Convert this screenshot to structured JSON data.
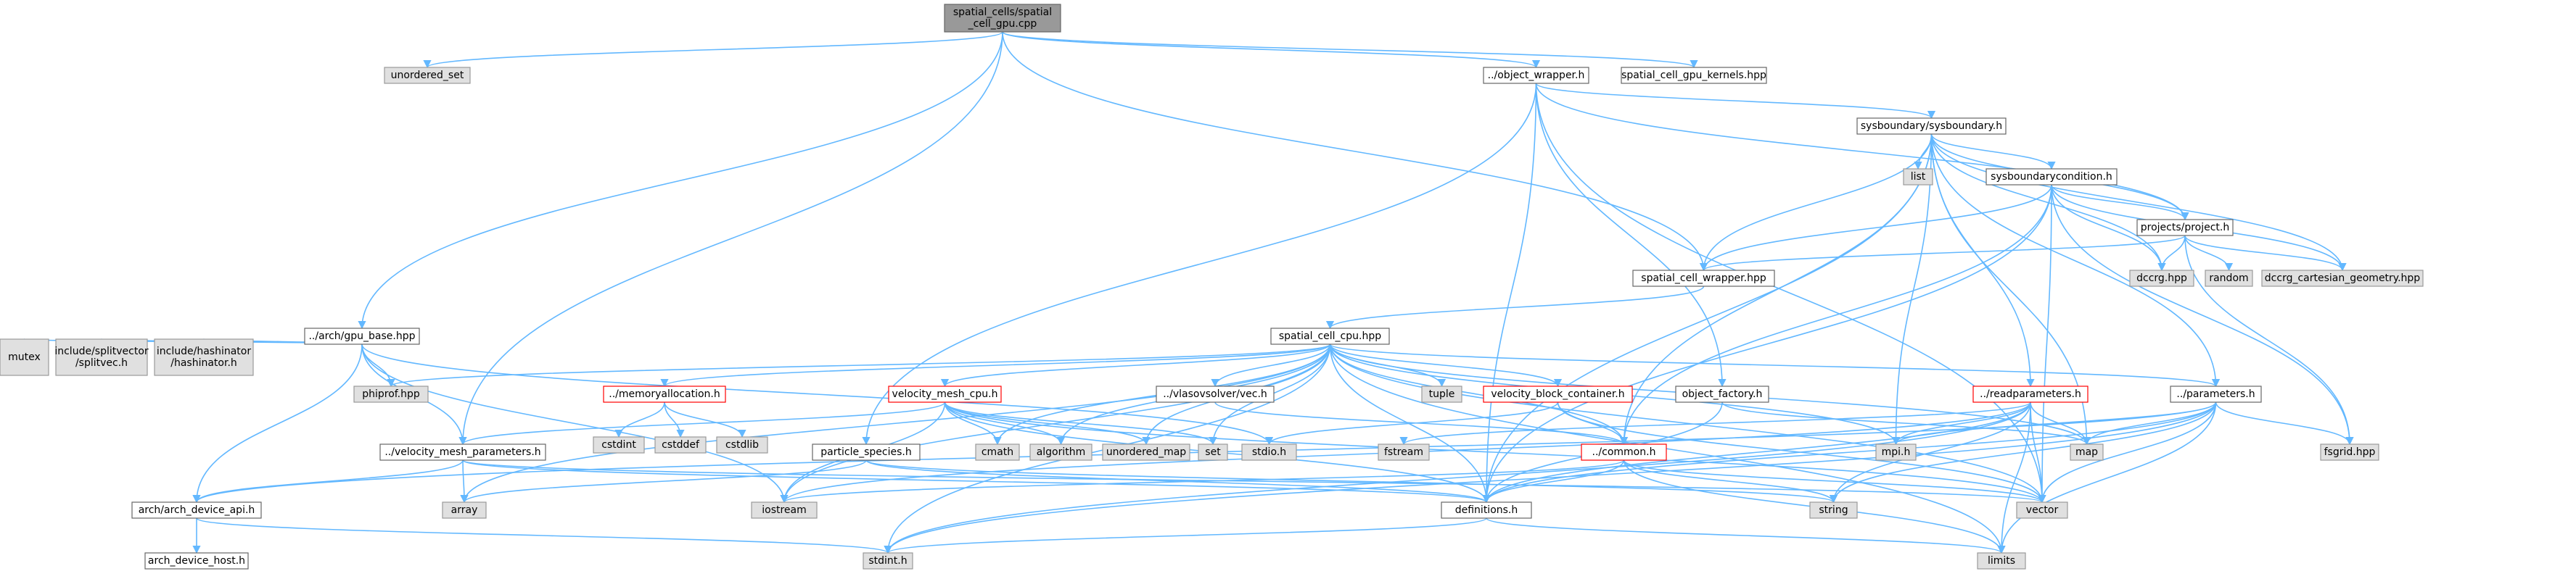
{
  "graph": {
    "colors": {
      "edge": "#63b8ff",
      "root_fill": "#999999",
      "node_fill": "#ffffff",
      "node_border": "#666666",
      "system_fill": "#e0e0e0",
      "system_border": "#999999",
      "truncated_border": "#ff0000"
    },
    "nodes": [
      {
        "id": "root",
        "lines": [
          "spatial_cells/spatial",
          "_cell_gpu.cpp"
        ],
        "kind": "root"
      },
      {
        "id": "unordered_set",
        "lines": [
          "unordered_set"
        ],
        "kind": "system"
      },
      {
        "id": "object_wrapper",
        "lines": [
          "../object_wrapper.h"
        ],
        "kind": "file"
      },
      {
        "id": "gpu_kernels",
        "lines": [
          "spatial_cell_gpu_kernels.hpp"
        ],
        "kind": "file"
      },
      {
        "id": "sysboundary",
        "lines": [
          "sysboundary/sysboundary.h"
        ],
        "kind": "file"
      },
      {
        "id": "list",
        "lines": [
          "list"
        ],
        "kind": "system"
      },
      {
        "id": "sysboundarycondition",
        "lines": [
          "sysboundarycondition.h"
        ],
        "kind": "file"
      },
      {
        "id": "project",
        "lines": [
          "projects/project.h"
        ],
        "kind": "file"
      },
      {
        "id": "dccrg",
        "lines": [
          "dccrg.hpp"
        ],
        "kind": "system"
      },
      {
        "id": "random",
        "lines": [
          "random"
        ],
        "kind": "system"
      },
      {
        "id": "dccrg_cart",
        "lines": [
          "dccrg_cartesian_geometry.hpp"
        ],
        "kind": "system"
      },
      {
        "id": "wrapper_hpp",
        "lines": [
          "spatial_cell_wrapper.hpp"
        ],
        "kind": "file"
      },
      {
        "id": "gpu_base",
        "lines": [
          "../arch/gpu_base.hpp"
        ],
        "kind": "file"
      },
      {
        "id": "cpu_hpp",
        "lines": [
          "spatial_cell_cpu.hpp"
        ],
        "kind": "file"
      },
      {
        "id": "mutex",
        "lines": [
          "mutex"
        ],
        "kind": "system"
      },
      {
        "id": "splitvec",
        "lines": [
          "include/splitvector",
          "/splitvec.h"
        ],
        "kind": "system"
      },
      {
        "id": "hashinator",
        "lines": [
          "include/hashinator",
          "/hashinator.h"
        ],
        "kind": "system"
      },
      {
        "id": "phiprof",
        "lines": [
          "phiprof.hpp"
        ],
        "kind": "system"
      },
      {
        "id": "memalloc",
        "lines": [
          "../memoryallocation.h"
        ],
        "kind": "truncated"
      },
      {
        "id": "vmesh_cpu",
        "lines": [
          "velocity_mesh_cpu.h"
        ],
        "kind": "truncated"
      },
      {
        "id": "vec_h",
        "lines": [
          "../vlasovsolver/vec.h"
        ],
        "kind": "file"
      },
      {
        "id": "tuple",
        "lines": [
          "tuple"
        ],
        "kind": "system"
      },
      {
        "id": "vbc",
        "lines": [
          "velocity_block_container.h"
        ],
        "kind": "truncated"
      },
      {
        "id": "obj_factory",
        "lines": [
          "object_factory.h"
        ],
        "kind": "file"
      },
      {
        "id": "readparams",
        "lines": [
          "../readparameters.h"
        ],
        "kind": "truncated"
      },
      {
        "id": "params",
        "lines": [
          "../parameters.h"
        ],
        "kind": "file"
      },
      {
        "id": "cstdint",
        "lines": [
          "cstdint"
        ],
        "kind": "system"
      },
      {
        "id": "cstddef",
        "lines": [
          "cstddef"
        ],
        "kind": "system"
      },
      {
        "id": "cstdlib",
        "lines": [
          "cstdlib"
        ],
        "kind": "system"
      },
      {
        "id": "vmesh_params",
        "lines": [
          "../velocity_mesh_parameters.h"
        ],
        "kind": "file"
      },
      {
        "id": "cmath",
        "lines": [
          "cmath"
        ],
        "kind": "system"
      },
      {
        "id": "algorithm",
        "lines": [
          "algorithm"
        ],
        "kind": "system"
      },
      {
        "id": "unordered_map",
        "lines": [
          "unordered_map"
        ],
        "kind": "system"
      },
      {
        "id": "set",
        "lines": [
          "set"
        ],
        "kind": "system"
      },
      {
        "id": "stdio",
        "lines": [
          "stdio.h"
        ],
        "kind": "system"
      },
      {
        "id": "particle",
        "lines": [
          "particle_species.h"
        ],
        "kind": "file"
      },
      {
        "id": "common",
        "lines": [
          "../common.h"
        ],
        "kind": "truncated"
      },
      {
        "id": "fstream",
        "lines": [
          "fstream"
        ],
        "kind": "system"
      },
      {
        "id": "mpi",
        "lines": [
          "mpi.h"
        ],
        "kind": "system"
      },
      {
        "id": "map",
        "lines": [
          "map"
        ],
        "kind": "system"
      },
      {
        "id": "fsgrid",
        "lines": [
          "fsgrid.hpp"
        ],
        "kind": "system"
      },
      {
        "id": "arch_dev_api",
        "lines": [
          "arch/arch_device_api.h"
        ],
        "kind": "file"
      },
      {
        "id": "array",
        "lines": [
          "array"
        ],
        "kind": "system"
      },
      {
        "id": "iostream",
        "lines": [
          "iostream"
        ],
        "kind": "system"
      },
      {
        "id": "definitions",
        "lines": [
          "definitions.h"
        ],
        "kind": "file"
      },
      {
        "id": "string",
        "lines": [
          "string"
        ],
        "kind": "system"
      },
      {
        "id": "vector",
        "lines": [
          "vector"
        ],
        "kind": "system"
      },
      {
        "id": "arch_dev_host",
        "lines": [
          "arch_device_host.h"
        ],
        "kind": "file"
      },
      {
        "id": "stdint",
        "lines": [
          "stdint.h"
        ],
        "kind": "system"
      },
      {
        "id": "limits",
        "lines": [
          "limits"
        ],
        "kind": "system"
      }
    ],
    "edges": [
      [
        "root",
        "unordered_set"
      ],
      [
        "root",
        "object_wrapper"
      ],
      [
        "root",
        "gpu_kernels"
      ],
      [
        "root",
        "wrapper_hpp"
      ],
      [
        "root",
        "gpu_base"
      ],
      [
        "root",
        "vmesh_params"
      ],
      [
        "object_wrapper",
        "sysboundary"
      ],
      [
        "object_wrapper",
        "project"
      ],
      [
        "object_wrapper",
        "obj_factory"
      ],
      [
        "object_wrapper",
        "particle"
      ],
      [
        "object_wrapper",
        "definitions"
      ],
      [
        "object_wrapper",
        "vector"
      ],
      [
        "sysboundary",
        "list"
      ],
      [
        "sysboundary",
        "sysboundarycondition"
      ],
      [
        "sysboundary",
        "project"
      ],
      [
        "sysboundary",
        "dccrg"
      ],
      [
        "sysboundary",
        "dccrg_cart"
      ],
      [
        "sysboundary",
        "wrapper_hpp"
      ],
      [
        "sysboundary",
        "readparams"
      ],
      [
        "sysboundary",
        "params"
      ],
      [
        "sysboundary",
        "mpi"
      ],
      [
        "sysboundary",
        "map"
      ],
      [
        "sysboundary",
        "common"
      ],
      [
        "sysboundary",
        "definitions"
      ],
      [
        "sysboundarycondition",
        "project"
      ],
      [
        "sysboundarycondition",
        "dccrg"
      ],
      [
        "sysboundarycondition",
        "dccrg_cart"
      ],
      [
        "sysboundarycondition",
        "wrapper_hpp"
      ],
      [
        "sysboundarycondition",
        "common"
      ],
      [
        "sysboundarycondition",
        "definitions"
      ],
      [
        "sysboundarycondition",
        "fsgrid"
      ],
      [
        "sysboundarycondition",
        "vector"
      ],
      [
        "project",
        "dccrg"
      ],
      [
        "project",
        "random"
      ],
      [
        "project",
        "dccrg_cart"
      ],
      [
        "project",
        "wrapper_hpp"
      ],
      [
        "project",
        "fsgrid"
      ],
      [
        "wrapper_hpp",
        "cpu_hpp"
      ],
      [
        "gpu_base",
        "mutex"
      ],
      [
        "gpu_base",
        "splitvec"
      ],
      [
        "gpu_base",
        "hashinator"
      ],
      [
        "gpu_base",
        "phiprof"
      ],
      [
        "gpu_base",
        "vmesh_params"
      ],
      [
        "gpu_base",
        "arch_dev_api"
      ],
      [
        "gpu_base",
        "stdio"
      ],
      [
        "gpu_base",
        "iostream"
      ],
      [
        "cpu_hpp",
        "phiprof"
      ],
      [
        "cpu_hpp",
        "memalloc"
      ],
      [
        "cpu_hpp",
        "vmesh_cpu"
      ],
      [
        "cpu_hpp",
        "vec_h"
      ],
      [
        "cpu_hpp",
        "tuple"
      ],
      [
        "cpu_hpp",
        "vbc"
      ],
      [
        "cpu_hpp",
        "params"
      ],
      [
        "cpu_hpp",
        "algorithm"
      ],
      [
        "cpu_hpp",
        "unordered_map"
      ],
      [
        "cpu_hpp",
        "cmath"
      ],
      [
        "cpu_hpp",
        "set"
      ],
      [
        "cpu_hpp",
        "map"
      ],
      [
        "cpu_hpp",
        "mpi"
      ],
      [
        "cpu_hpp",
        "common"
      ],
      [
        "cpu_hpp",
        "definitions"
      ],
      [
        "cpu_hpp",
        "array"
      ],
      [
        "cpu_hpp",
        "iostream"
      ],
      [
        "cpu_hpp",
        "vector"
      ],
      [
        "cpu_hpp",
        "limits"
      ],
      [
        "cpu_hpp",
        "stdint"
      ],
      [
        "memalloc",
        "cstdint"
      ],
      [
        "memalloc",
        "cstddef"
      ],
      [
        "memalloc",
        "cstdlib"
      ],
      [
        "vmesh_cpu",
        "vmesh_params"
      ],
      [
        "vmesh_cpu",
        "algorithm"
      ],
      [
        "vmesh_cpu",
        "cmath"
      ],
      [
        "vmesh_cpu",
        "unordered_map"
      ],
      [
        "vmesh_cpu",
        "set"
      ],
      [
        "vmesh_cpu",
        "iostream"
      ],
      [
        "vmesh_cpu",
        "definitions"
      ],
      [
        "vmesh_cpu",
        "vector"
      ],
      [
        "vec_h",
        "common"
      ],
      [
        "vbc",
        "stdio"
      ],
      [
        "vbc",
        "common"
      ],
      [
        "vbc",
        "vector"
      ],
      [
        "obj_factory",
        "map"
      ],
      [
        "obj_factory",
        "definitions"
      ],
      [
        "readparams",
        "map"
      ],
      [
        "readparams",
        "mpi"
      ],
      [
        "readparams",
        "fstream"
      ],
      [
        "readparams",
        "string"
      ],
      [
        "readparams",
        "vector"
      ],
      [
        "readparams",
        "limits"
      ],
      [
        "readparams",
        "stdint"
      ],
      [
        "readparams",
        "iostream"
      ],
      [
        "readparams",
        "definitions"
      ],
      [
        "params",
        "fsgrid"
      ],
      [
        "params",
        "map"
      ],
      [
        "params",
        "mpi"
      ],
      [
        "params",
        "string"
      ],
      [
        "params",
        "vector"
      ],
      [
        "params",
        "limits"
      ],
      [
        "params",
        "stdint"
      ],
      [
        "params",
        "definitions"
      ],
      [
        "params",
        "arch_dev_api"
      ],
      [
        "vmesh_params",
        "array"
      ],
      [
        "vmesh_params",
        "arch_dev_api"
      ],
      [
        "vmesh_params",
        "definitions"
      ],
      [
        "vmesh_params",
        "vector"
      ],
      [
        "particle",
        "array"
      ],
      [
        "particle",
        "definitions"
      ],
      [
        "particle",
        "string"
      ],
      [
        "common",
        "definitions"
      ],
      [
        "common",
        "iostream"
      ],
      [
        "common",
        "string"
      ],
      [
        "common",
        "vector"
      ],
      [
        "common",
        "limits"
      ],
      [
        "arch_dev_api",
        "arch_dev_host"
      ],
      [
        "arch_dev_api",
        "stdint"
      ],
      [
        "definitions",
        "stdint"
      ],
      [
        "definitions",
        "limits"
      ]
    ]
  }
}
